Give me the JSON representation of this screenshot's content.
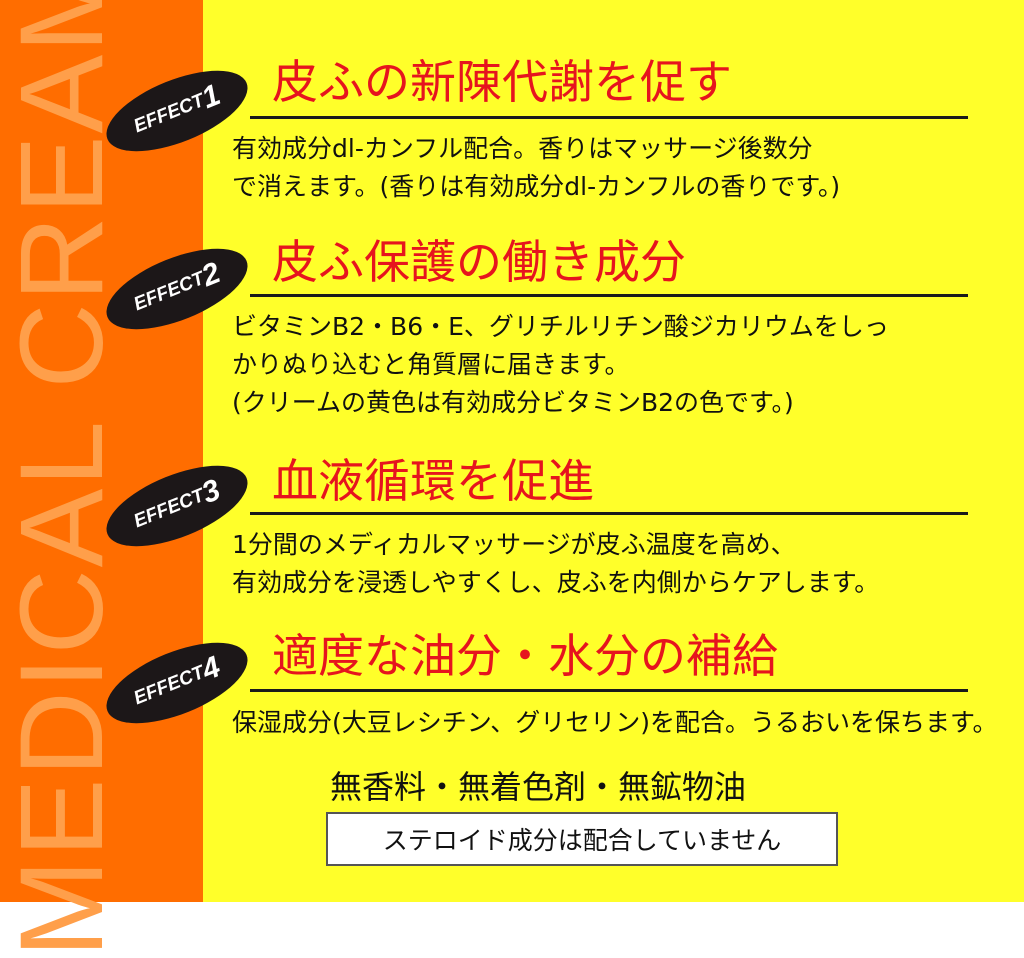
{
  "side_label": "MEDICAL CREAM",
  "effects": [
    {
      "badge_word": "EFFECT",
      "badge_num": "1",
      "title": "皮ふの新陳代謝を促す",
      "lines": [
        "有効成分dl-カンフル配合。香りはマッサージ後数分",
        "で消えます。(香りは有効成分dl-カンフルの香りです。)"
      ]
    },
    {
      "badge_word": "EFFECT",
      "badge_num": "2",
      "title": "皮ふ保護の働き成分",
      "lines": [
        "ビタミンB2・B6・E、グリチルリチン酸ジカリウムをしっ",
        "かりぬり込むと角質層に届きます。",
        "(クリームの黄色は有効成分ビタミンB2の色です。)"
      ]
    },
    {
      "badge_word": "EFFECT",
      "badge_num": "3",
      "title": "血液循環を促進",
      "lines": [
        "1分間のメディカルマッサージが皮ふ温度を高め、",
        "有効成分を浸透しやすくし、皮ふを内側からケアします。"
      ]
    },
    {
      "badge_word": "EFFECT",
      "badge_num": "4",
      "title": "適度な油分・水分の補給",
      "lines": [
        "保湿成分(大豆レシチン、グリセリン)を配合。うるおいを保ちます。"
      ]
    }
  ],
  "free_from": "無香料・無着色剤・無鉱物油",
  "steroid_note": "ステロイド成分は配合していません",
  "colors": {
    "side": "#ff6d00",
    "background": "#ffff2a",
    "title": "#e6141e"
  }
}
